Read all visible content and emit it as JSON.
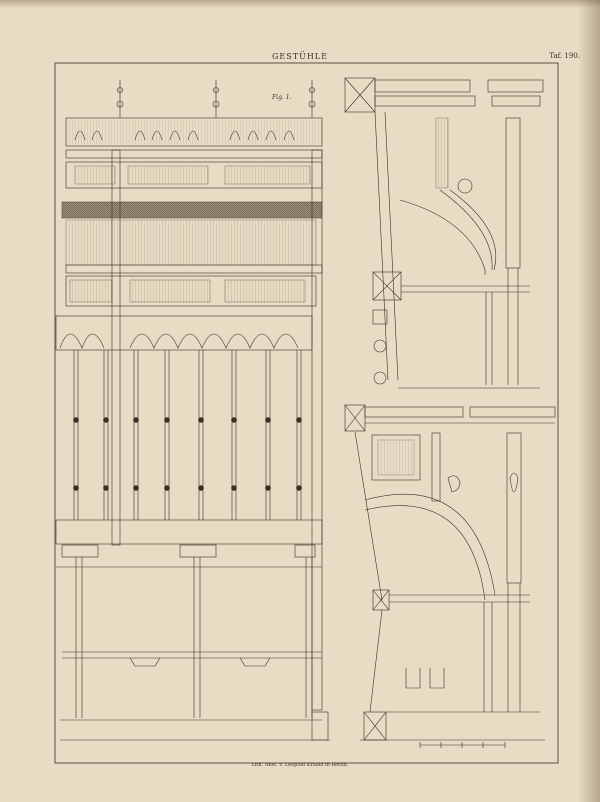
{
  "plate": {
    "title": "GESTÜHLE",
    "plate_number": "Taf. 190.",
    "fig_label": "Fig. 1.",
    "imprint": "Lith. Anst. v. Leopold Kraatz in Berlin."
  },
  "palette": {
    "paper": "#e8dcc4",
    "ink": "#3a3026",
    "hatch": "#6b5c4a"
  },
  "icons": {
    "seat_ornament": "carved-lion-head-icon"
  }
}
